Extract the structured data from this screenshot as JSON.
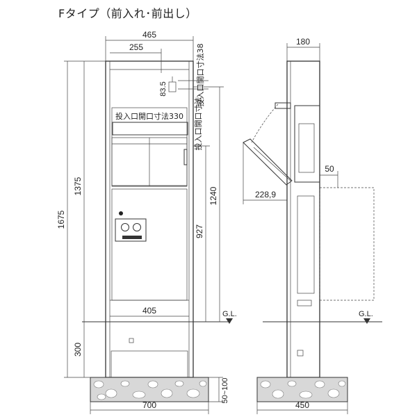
{
  "title": "Fタイプ（前入れ･前出し）",
  "front_view": {
    "width_465": "465",
    "width_255": "255",
    "height_1675": "1675",
    "height_1375": "1375",
    "height_1240": "1240",
    "height_927": "927",
    "height_300": "300",
    "width_405": "405",
    "width_700": "700",
    "embed_depth": "50~100",
    "opening_height": "投入口開口寸法38",
    "opening_offset": "83.5",
    "opening_width_label": "投入口開口寸法330",
    "ground_label": "G.L."
  },
  "side_view": {
    "depth_180": "180",
    "flap_offset": "50",
    "flap_extent": "228,9",
    "base_450": "450",
    "ground_label": "G.L."
  }
}
